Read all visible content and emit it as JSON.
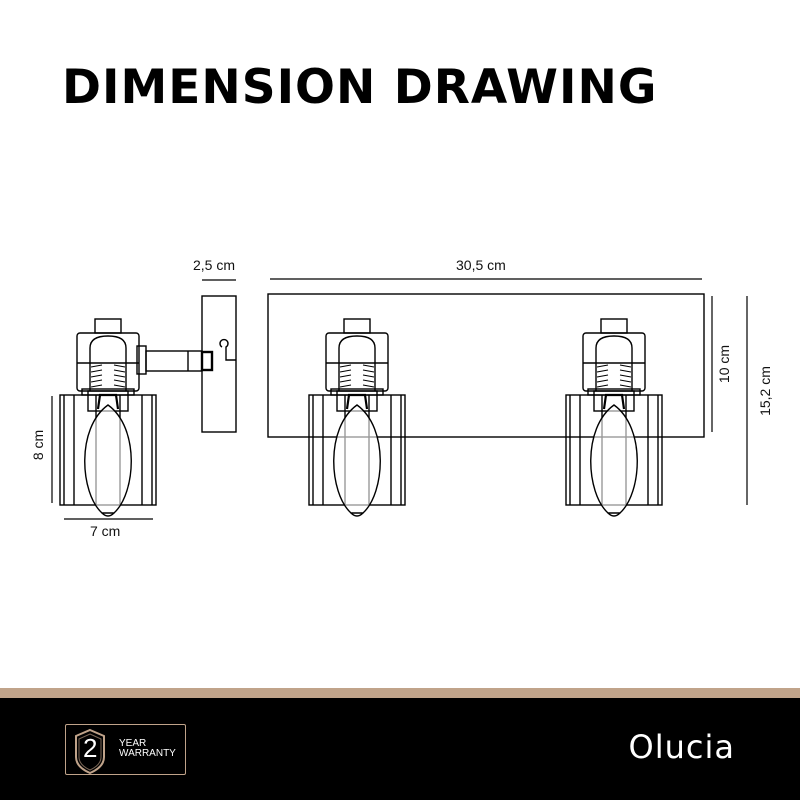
{
  "title": "DIMENSION DRAWING",
  "dimensions": {
    "depth": "2,5 cm",
    "width": "30,5 cm",
    "plate_height": "10 cm",
    "total_height": "15,2 cm",
    "shade_height": "8 cm",
    "shade_width": "7 cm"
  },
  "footer": {
    "warranty_number": "2",
    "warranty_line1": "YEAR",
    "warranty_line2": "WARRANTY",
    "brand": "Olucia"
  },
  "colors": {
    "accent": "#c0a38a",
    "footer_bg": "#000000"
  }
}
